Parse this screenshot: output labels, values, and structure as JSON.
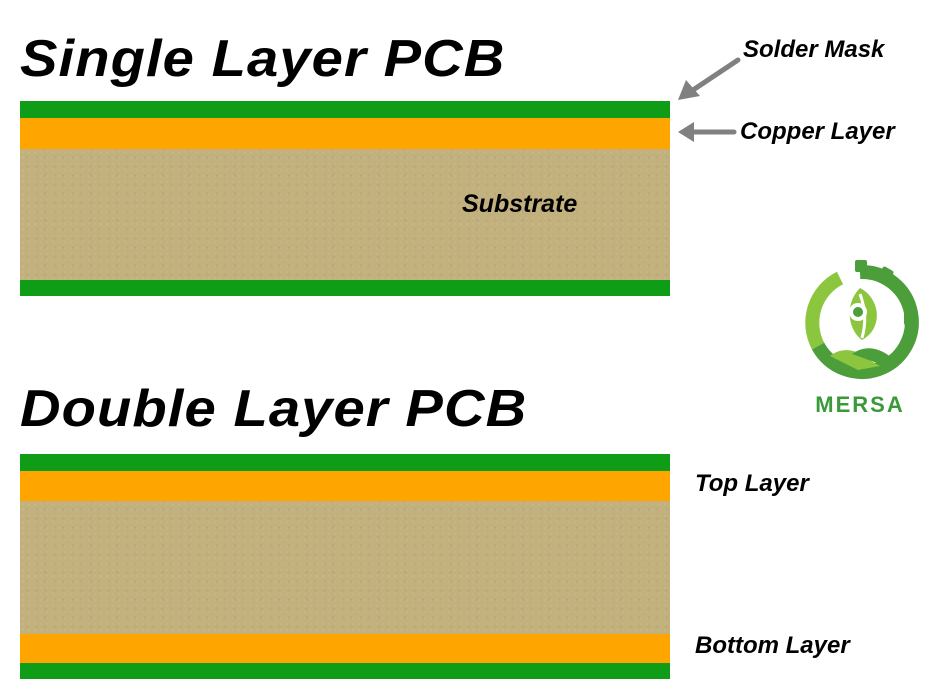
{
  "single": {
    "title": "Single Layer PCB",
    "labels": {
      "solder_mask": "Solder Mask",
      "copper_layer": "Copper Layer",
      "substrate": "Substrate"
    }
  },
  "double": {
    "title": "Double Layer PCB",
    "labels": {
      "top_layer": "Top Layer",
      "bottom_layer": "Bottom Layer"
    }
  },
  "logo": {
    "name": "MERSA"
  },
  "colors": {
    "solder_mask": "#0f9c17",
    "copper": "#ffa500",
    "substrate": "#c2b07d",
    "arrow": "#808080",
    "logo_green": "#3a9a3a"
  }
}
